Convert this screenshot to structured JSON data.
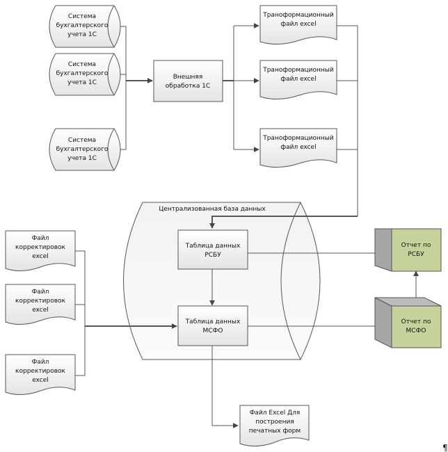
{
  "diagram": {
    "sources": [
      {
        "id": "src1",
        "lines": [
          "Система",
          "бухгалтерского",
          "учета 1С"
        ]
      },
      {
        "id": "src2",
        "lines": [
          "Система",
          "бухгалтерского",
          "учета 1С"
        ]
      },
      {
        "id": "src3",
        "lines": [
          "Система",
          "бухгалтерского",
          "учета 1С"
        ]
      }
    ],
    "processor": {
      "lines": [
        "Внешняя",
        "обработка 1С"
      ]
    },
    "transform_files": [
      {
        "lines": [
          "Трaнoформационный",
          "файл excel"
        ]
      },
      {
        "lines": [
          "Трaнoформационный",
          "файл excel"
        ]
      },
      {
        "lines": [
          "Трaнoформационный",
          "файл excel"
        ]
      }
    ],
    "database": {
      "title": "Централизованная база данных",
      "tables": [
        {
          "id": "rsbu",
          "lines": [
            "Таблица данных",
            "РСБУ"
          ]
        },
        {
          "id": "msfo",
          "lines": [
            "Таблица данных",
            "МСФО"
          ]
        }
      ]
    },
    "correction_files": [
      {
        "lines": [
          "Файл",
          "корректировок",
          "excel"
        ]
      },
      {
        "lines": [
          "Файл",
          "корректировок",
          "excel"
        ]
      },
      {
        "lines": [
          "Файл",
          "корректировок",
          "excel"
        ]
      }
    ],
    "reports": [
      {
        "id": "report-rsbu",
        "lines": [
          "Отчет по",
          "РСБУ"
        ]
      },
      {
        "id": "report-msfo",
        "lines": [
          "Отчет по",
          "МСФО"
        ]
      }
    ],
    "print_file": {
      "lines": [
        "Файл Excel Для",
        "построения",
        "печатных форм"
      ]
    },
    "pilcrow": "¶",
    "colors": {
      "line": "#555555",
      "box_fill_top": "#ffffff",
      "box_fill_bottom": "#e6e6e6",
      "report_front": "#c6d29b",
      "report_side": "#a6a6a6",
      "db_fill": "#f0f0f0"
    }
  }
}
